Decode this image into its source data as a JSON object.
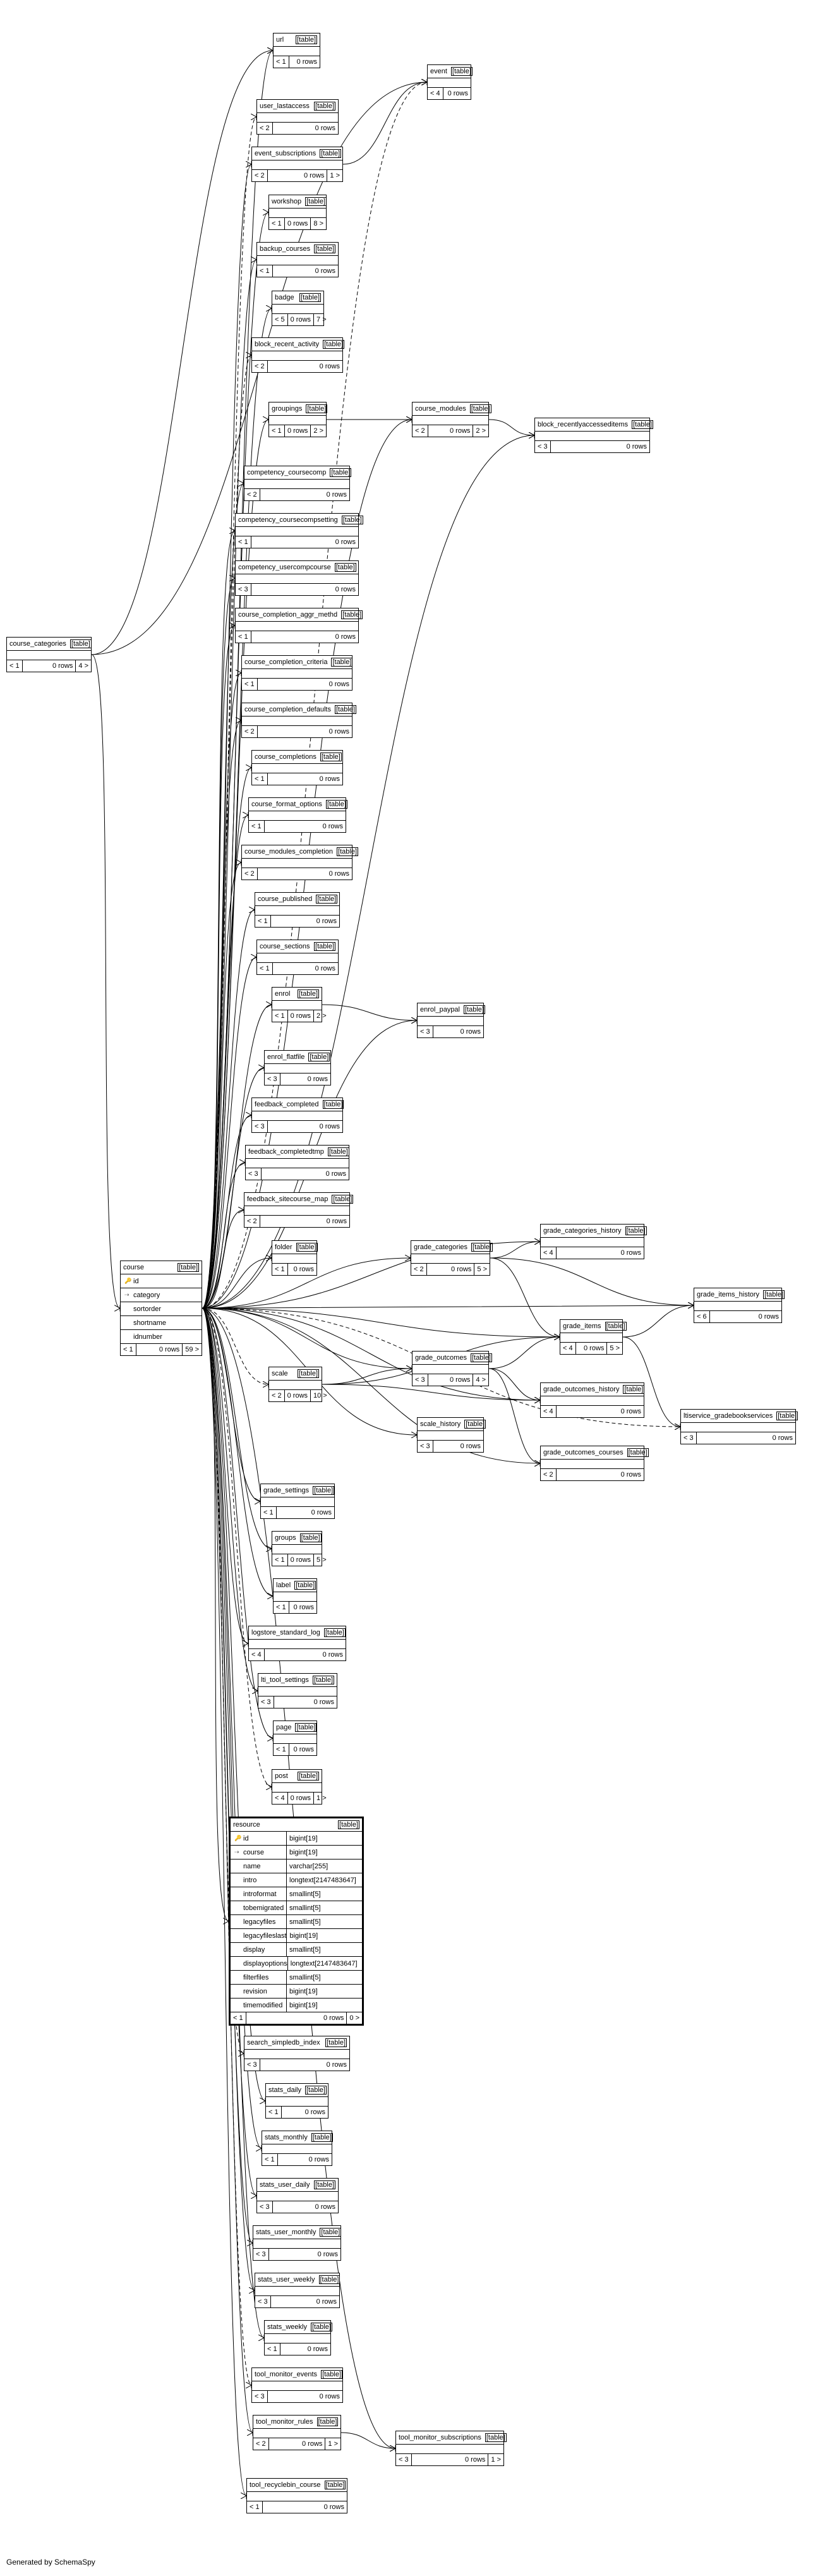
{
  "footer": "Generated by SchemaSpy",
  "header_kind": "[table]",
  "tables": {
    "course_categories": {
      "name": "course_categories",
      "parents": "< 1",
      "rows": "0 rows",
      "children": "4 >"
    },
    "course": {
      "name": "course",
      "parents": "< 1",
      "rows": "0 rows",
      "children": "59 >",
      "columns": [
        {
          "name": "id",
          "icon": "key"
        },
        {
          "name": "category",
          "icon": "fk"
        },
        {
          "name": "sortorder",
          "icon": ""
        },
        {
          "name": "shortname",
          "icon": ""
        },
        {
          "name": "idnumber",
          "icon": ""
        }
      ]
    },
    "url": {
      "name": "url",
      "parents": "< 1",
      "rows": "0 rows",
      "children": ""
    },
    "event": {
      "name": "event",
      "parents": "< 4",
      "rows": "0 rows",
      "children": ""
    },
    "user_lastaccess": {
      "name": "user_lastaccess",
      "parents": "< 2",
      "rows": "0 rows",
      "children": ""
    },
    "event_subscriptions": {
      "name": "event_subscriptions",
      "parents": "< 2",
      "rows": "0 rows",
      "children": "1 >"
    },
    "workshop": {
      "name": "workshop",
      "parents": "< 1",
      "rows": "0 rows",
      "children": "8 >"
    },
    "backup_courses": {
      "name": "backup_courses",
      "parents": "< 1",
      "rows": "0 rows",
      "children": ""
    },
    "badge": {
      "name": "badge",
      "parents": "< 5",
      "rows": "0 rows",
      "children": "7 >"
    },
    "block_recent_activity": {
      "name": "block_recent_activity",
      "parents": "< 2",
      "rows": "0 rows",
      "children": ""
    },
    "groupings": {
      "name": "groupings",
      "parents": "< 1",
      "rows": "0 rows",
      "children": "2 >"
    },
    "course_modules": {
      "name": "course_modules",
      "parents": "< 2",
      "rows": "0 rows",
      "children": "2 >"
    },
    "block_recentlyaccesseditems": {
      "name": "block_recentlyaccesseditems",
      "parents": "< 3",
      "rows": "0 rows",
      "children": ""
    },
    "competency_coursecomp": {
      "name": "competency_coursecomp",
      "parents": "< 2",
      "rows": "0 rows",
      "children": ""
    },
    "competency_coursecompsetting": {
      "name": "competency_coursecompsetting",
      "parents": "< 1",
      "rows": "0 rows",
      "children": ""
    },
    "competency_usercompcourse": {
      "name": "competency_usercompcourse",
      "parents": "< 3",
      "rows": "0 rows",
      "children": ""
    },
    "course_completion_aggr_methd": {
      "name": "course_completion_aggr_methd",
      "parents": "< 1",
      "rows": "0 rows",
      "children": ""
    },
    "course_completion_criteria": {
      "name": "course_completion_criteria",
      "parents": "< 1",
      "rows": "0 rows",
      "children": ""
    },
    "course_completion_defaults": {
      "name": "course_completion_defaults",
      "parents": "< 2",
      "rows": "0 rows",
      "children": ""
    },
    "course_completions": {
      "name": "course_completions",
      "parents": "< 1",
      "rows": "0 rows",
      "children": ""
    },
    "course_format_options": {
      "name": "course_format_options",
      "parents": "< 1",
      "rows": "0 rows",
      "children": ""
    },
    "course_modules_completion": {
      "name": "course_modules_completion",
      "parents": "< 2",
      "rows": "0 rows",
      "children": ""
    },
    "course_published": {
      "name": "course_published",
      "parents": "< 1",
      "rows": "0 rows",
      "children": ""
    },
    "course_sections": {
      "name": "course_sections",
      "parents": "< 1",
      "rows": "0 rows",
      "children": ""
    },
    "enrol": {
      "name": "enrol",
      "parents": "< 1",
      "rows": "0 rows",
      "children": "2 >"
    },
    "enrol_paypal": {
      "name": "enrol_paypal",
      "parents": "< 3",
      "rows": "0 rows",
      "children": ""
    },
    "enrol_flatfile": {
      "name": "enrol_flatfile",
      "parents": "< 3",
      "rows": "0 rows",
      "children": ""
    },
    "feedback_completed": {
      "name": "feedback_completed",
      "parents": "< 3",
      "rows": "0 rows",
      "children": ""
    },
    "feedback_completedtmp": {
      "name": "feedback_completedtmp",
      "parents": "< 3",
      "rows": "0 rows",
      "children": ""
    },
    "feedback_sitecourse_map": {
      "name": "feedback_sitecourse_map",
      "parents": "< 2",
      "rows": "0 rows",
      "children": ""
    },
    "folder": {
      "name": "folder",
      "parents": "< 1",
      "rows": "0 rows",
      "children": ""
    },
    "grade_categories": {
      "name": "grade_categories",
      "parents": "< 2",
      "rows": "0 rows",
      "children": "5 >"
    },
    "grade_categories_history": {
      "name": "grade_categories_history",
      "parents": "< 4",
      "rows": "0 rows",
      "children": ""
    },
    "grade_items_history": {
      "name": "grade_items_history",
      "parents": "< 6",
      "rows": "0 rows",
      "children": ""
    },
    "grade_items": {
      "name": "grade_items",
      "parents": "< 4",
      "rows": "0 rows",
      "children": "5 >"
    },
    "grade_outcomes": {
      "name": "grade_outcomes",
      "parents": "< 3",
      "rows": "0 rows",
      "children": "4 >"
    },
    "scale": {
      "name": "scale",
      "parents": "< 2",
      "rows": "0 rows",
      "children": "10 >"
    },
    "grade_outcomes_history": {
      "name": "grade_outcomes_history",
      "parents": "< 4",
      "rows": "0 rows",
      "children": ""
    },
    "ltiservice_gradebookservices": {
      "name": "ltiservice_gradebookservices",
      "parents": "< 3",
      "rows": "0 rows",
      "children": ""
    },
    "scale_history": {
      "name": "scale_history",
      "parents": "< 3",
      "rows": "0 rows",
      "children": ""
    },
    "grade_outcomes_courses": {
      "name": "grade_outcomes_courses",
      "parents": "< 2",
      "rows": "0 rows",
      "children": ""
    },
    "grade_settings": {
      "name": "grade_settings",
      "parents": "< 1",
      "rows": "0 rows",
      "children": ""
    },
    "groups": {
      "name": "groups",
      "parents": "< 1",
      "rows": "0 rows",
      "children": "5 >"
    },
    "label": {
      "name": "label",
      "parents": "< 1",
      "rows": "0 rows",
      "children": ""
    },
    "logstore_standard_log": {
      "name": "logstore_standard_log",
      "parents": "< 4",
      "rows": "0 rows",
      "children": ""
    },
    "lti_tool_settings": {
      "name": "lti_tool_settings",
      "parents": "< 3",
      "rows": "0 rows",
      "children": ""
    },
    "page": {
      "name": "page",
      "parents": "< 1",
      "rows": "0 rows",
      "children": ""
    },
    "post": {
      "name": "post",
      "parents": "< 4",
      "rows": "0 rows",
      "children": "1 >"
    },
    "resource": {
      "name": "resource",
      "parents": "< 1",
      "rows": "0 rows",
      "children": "0 >",
      "columns": [
        {
          "name": "id",
          "type": "bigint[19]",
          "icon": "key"
        },
        {
          "name": "course",
          "type": "bigint[19]",
          "icon": "fk"
        },
        {
          "name": "name",
          "type": "varchar[255]",
          "icon": ""
        },
        {
          "name": "intro",
          "type": "longtext[2147483647]",
          "icon": ""
        },
        {
          "name": "introformat",
          "type": "smallint[5]",
          "icon": ""
        },
        {
          "name": "tobemigrated",
          "type": "smallint[5]",
          "icon": ""
        },
        {
          "name": "legacyfiles",
          "type": "smallint[5]",
          "icon": ""
        },
        {
          "name": "legacyfileslast",
          "type": "bigint[19]",
          "icon": ""
        },
        {
          "name": "display",
          "type": "smallint[5]",
          "icon": ""
        },
        {
          "name": "displayoptions",
          "type": "longtext[2147483647]",
          "icon": ""
        },
        {
          "name": "filterfiles",
          "type": "smallint[5]",
          "icon": ""
        },
        {
          "name": "revision",
          "type": "bigint[19]",
          "icon": ""
        },
        {
          "name": "timemodified",
          "type": "bigint[19]",
          "icon": ""
        }
      ]
    },
    "search_simpledb_index": {
      "name": "search_simpledb_index",
      "parents": "< 3",
      "rows": "0 rows",
      "children": ""
    },
    "stats_daily": {
      "name": "stats_daily",
      "parents": "< 1",
      "rows": "0 rows",
      "children": ""
    },
    "stats_monthly": {
      "name": "stats_monthly",
      "parents": "< 1",
      "rows": "0 rows",
      "children": ""
    },
    "stats_user_daily": {
      "name": "stats_user_daily",
      "parents": "< 3",
      "rows": "0 rows",
      "children": ""
    },
    "stats_user_monthly": {
      "name": "stats_user_monthly",
      "parents": "< 3",
      "rows": "0 rows",
      "children": ""
    },
    "stats_user_weekly": {
      "name": "stats_user_weekly",
      "parents": "< 3",
      "rows": "0 rows",
      "children": ""
    },
    "stats_weekly": {
      "name": "stats_weekly",
      "parents": "< 1",
      "rows": "0 rows",
      "children": ""
    },
    "tool_monitor_events": {
      "name": "tool_monitor_events",
      "parents": "< 3",
      "rows": "0 rows",
      "children": ""
    },
    "tool_monitor_rules": {
      "name": "tool_monitor_rules",
      "parents": "< 2",
      "rows": "0 rows",
      "children": "1 >"
    },
    "tool_monitor_subscriptions": {
      "name": "tool_monitor_subscriptions",
      "parents": "< 3",
      "rows": "0 rows",
      "children": "1 >"
    },
    "tool_recyclebin_course": {
      "name": "tool_recyclebin_course",
      "parents": "< 1",
      "rows": "0 rows",
      "children": ""
    }
  }
}
